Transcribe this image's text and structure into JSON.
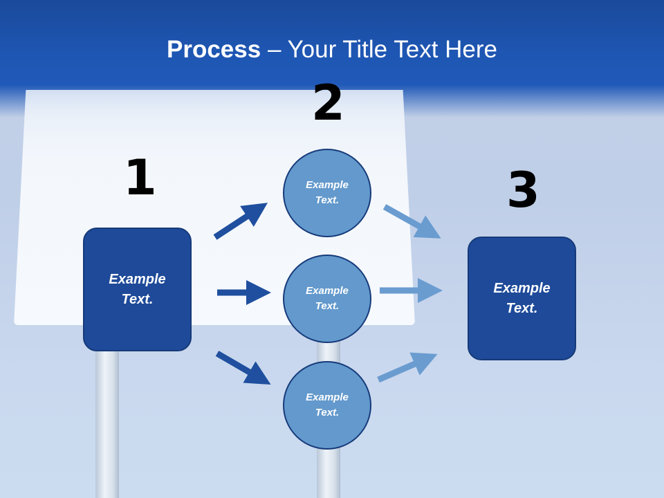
{
  "slide": {
    "title_bold": "Process",
    "title_rest": " – Your Title Text Here"
  },
  "steps": {
    "num1": "1",
    "num2": "2",
    "num3": "3",
    "box1": "Example Text.",
    "box3": "Example Text.",
    "circles": [
      "Example Text.",
      "Example Text.",
      "Example Text."
    ]
  },
  "colors": {
    "dark_blue": "#1e4a99",
    "light_blue": "#6399cc",
    "arrow_dark": "#1f4f9e",
    "arrow_light": "#6a9cd0"
  }
}
